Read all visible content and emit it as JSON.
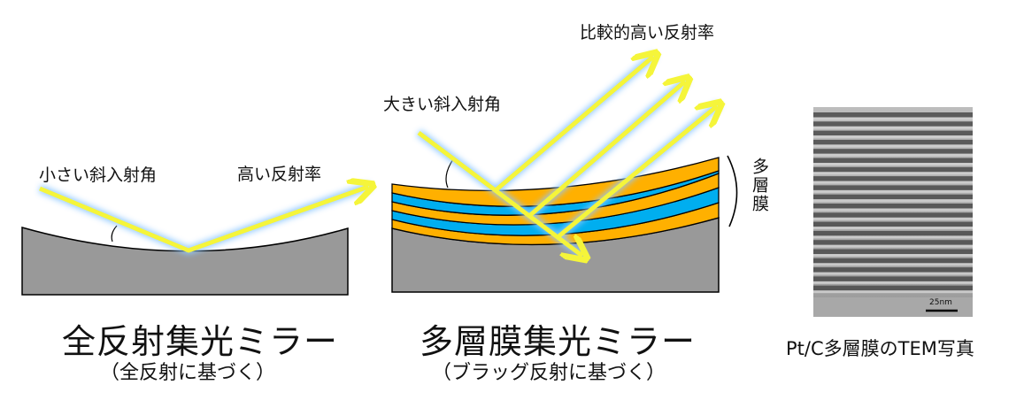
{
  "left_panel": {
    "angle_label": "小さい斜入射角",
    "reflect_label": "高い反射率",
    "title": "全反射集光ミラー",
    "subtitle": "（全反射に基づく）"
  },
  "middle_panel": {
    "angle_label": "大きい斜入射角",
    "reflect_label": "比較的高い反射率",
    "multilayer_label": "多層膜",
    "title": "多層膜集光ミラー",
    "subtitle": "（ブラッグ反射に基づく）"
  },
  "right_panel": {
    "scale_bar_label": "25nm",
    "caption": "Pt/C多層膜のTEM写真"
  },
  "colors": {
    "substrate": "#999999",
    "ray": "#f5f53a",
    "ray_glow": "#8fc8ff",
    "layer_orange": "#ffb000",
    "layer_blue": "#00aeef"
  }
}
